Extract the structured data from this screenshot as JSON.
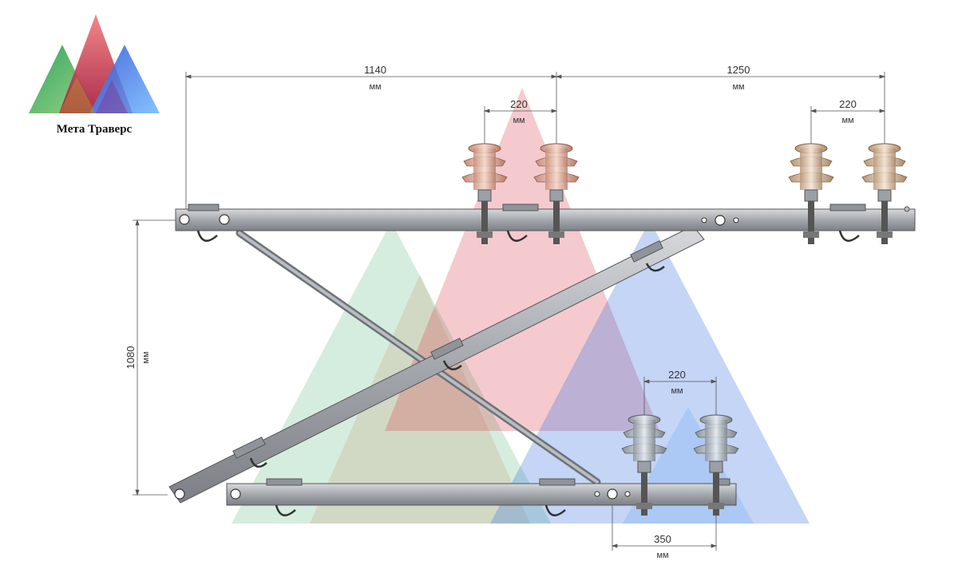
{
  "brand": {
    "name": "Мета Траверс"
  },
  "dimensions": {
    "top_left_span": {
      "value": "1140",
      "unit": "мм"
    },
    "top_right_span": {
      "value": "1250",
      "unit": "мм"
    },
    "top_left_pair": {
      "value": "220",
      "unit": "мм"
    },
    "top_right_pair": {
      "value": "220",
      "unit": "мм"
    },
    "bottom_pair": {
      "value": "220",
      "unit": "мм"
    },
    "vertical_height": {
      "value": "1080",
      "unit": "мм"
    },
    "bottom_offset": {
      "value": "350",
      "unit": "мм"
    }
  },
  "colors": {
    "green": "#3fae6a",
    "red": "#d8404f",
    "blue": "#3a73e0",
    "tan": "#c9a483",
    "steel": "#a9adb2"
  }
}
